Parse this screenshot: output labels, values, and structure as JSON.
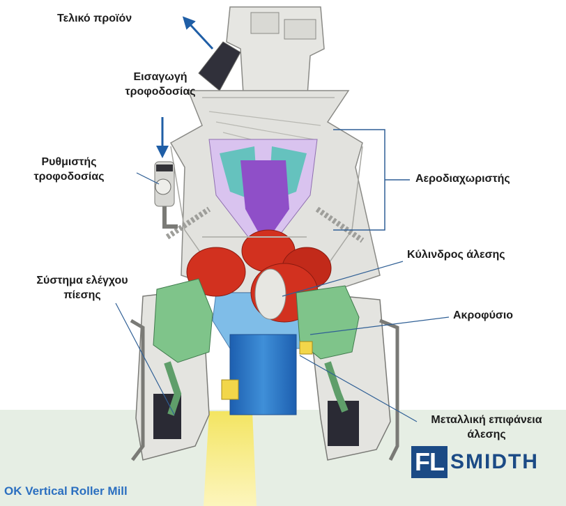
{
  "labels": {
    "final_product": "Τελικό προϊόν",
    "feed_inlet_line1": "Εισαγωγή",
    "feed_inlet_line2": "τροφοδοσίας",
    "feed_regulator_line1": "Ρυθμιστής",
    "feed_regulator_line2": "τροφοδοσίας",
    "air_separator": "Αεροδιαχωριστής",
    "grinding_roller": "Κύλινδρος άλεσης",
    "pressure_control_line1": "Σύστημα ελέγχου",
    "pressure_control_line2": "πίεσης",
    "nozzle": "Ακροφύσιο",
    "grinding_table_line1": "Μεταλλική επιφάνεια",
    "grinding_table_line2": "άλεσης"
  },
  "caption": "OK Vertical Roller Mill",
  "logo": {
    "mark": "FL",
    "word": "SMIDTH"
  },
  "colors": {
    "callout_line": "#2f5f95",
    "arrow": "#1f5ea6",
    "logo": "#1b4a85",
    "caption": "#2b6fc0",
    "housing": "#e4e4e0",
    "separator_purple": "#8f4fc8",
    "separator_teal": "#58c2b8",
    "roller_red": "#d2311f",
    "hydraulic_green": "#7fc48a",
    "chamber_blue": "#2f7ec8",
    "hot_air_yellow": "#f2e04a"
  }
}
